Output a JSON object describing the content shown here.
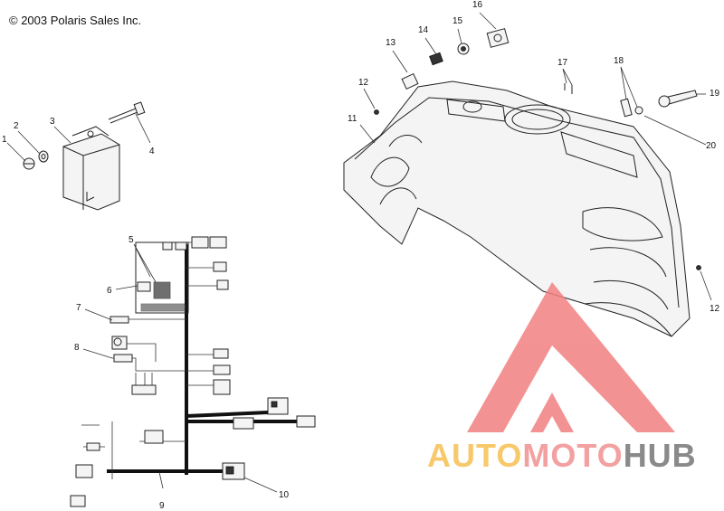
{
  "copyright": "© 2003 Polaris Sales Inc.",
  "callouts": [
    "1",
    "2",
    "3",
    "4",
    "5",
    "6",
    "7",
    "8",
    "9",
    "10",
    "11",
    "12",
    "12",
    "13",
    "14",
    "15",
    "16",
    "17",
    "18",
    "19",
    "20"
  ],
  "watermark": {
    "words": [
      "AUTO",
      "MOTO",
      "HUB"
    ],
    "colors": {
      "auto": "#f7c96b",
      "moto": "#f3a0a0",
      "hub": "#8a8a8a",
      "triangle": "#f28080"
    }
  }
}
